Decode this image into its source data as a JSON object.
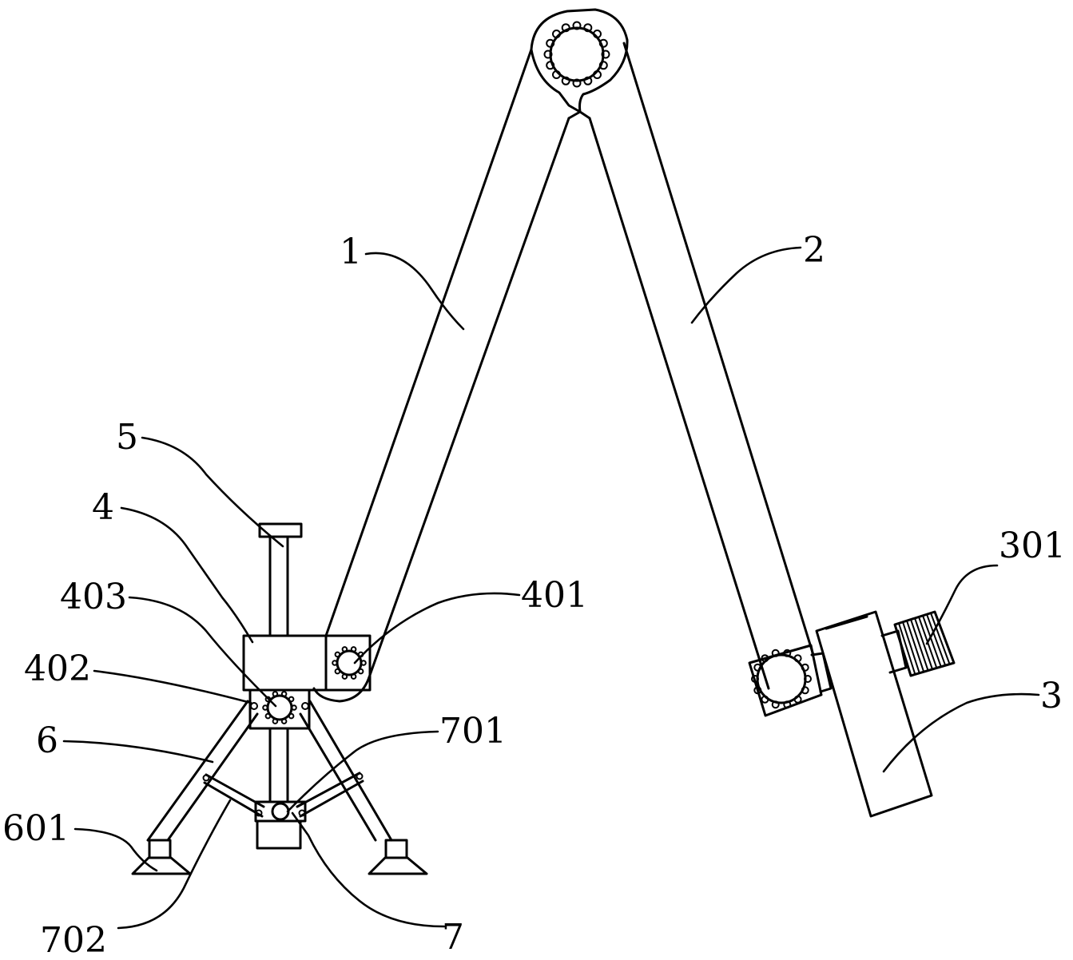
{
  "labels": {
    "l1": "1",
    "l2": "2",
    "l3": "3",
    "l301": "301",
    "l4": "4",
    "l401": "401",
    "l402": "402",
    "l403": "403",
    "l5": "5",
    "l6": "6",
    "l601": "601",
    "l7": "7",
    "l701": "701",
    "l702": "702"
  },
  "style": {
    "line_color": "#000000",
    "background": "#ffffff"
  }
}
